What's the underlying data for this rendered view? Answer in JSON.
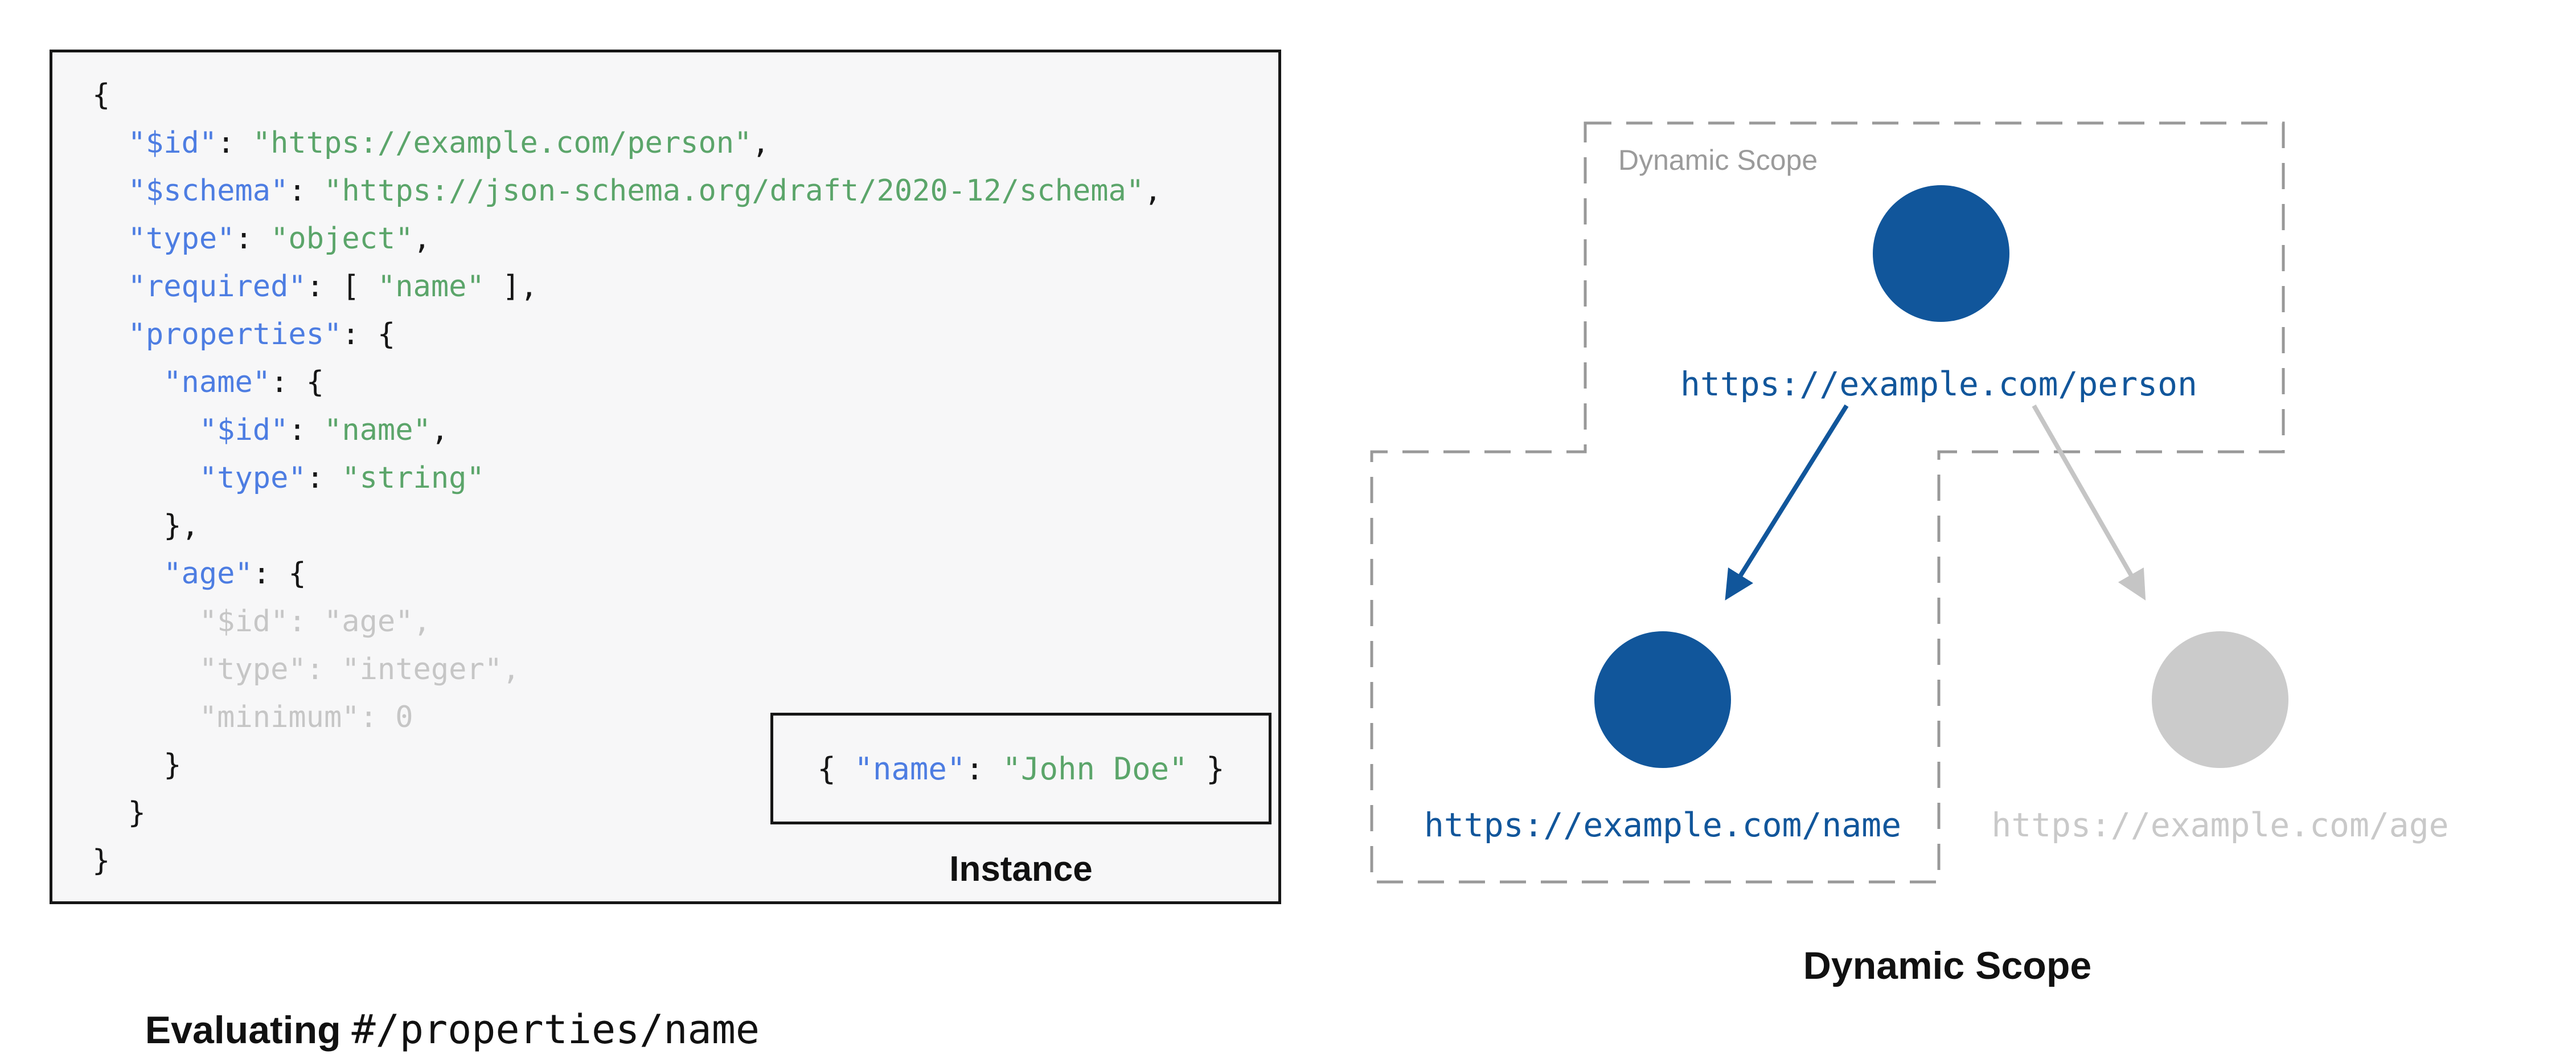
{
  "colors": {
    "key_blue": "#4d7de2",
    "string_green": "#5ba56a",
    "punctuation_black": "#161616",
    "muted_gray": "#c6c6c6",
    "node_blue": "#11569b",
    "node_gray": "#cbcbcb",
    "dashed_outline_gray": "#999999",
    "panel_background": "#f7f7f8"
  },
  "schema_panel": {
    "code_lines": [
      [
        [
          "p",
          "{"
        ]
      ],
      [
        [
          "p",
          "  "
        ],
        [
          "k",
          "\"$id\""
        ],
        [
          "p",
          ": "
        ],
        [
          "s",
          "\"https://example.com/person\""
        ],
        [
          "p",
          ","
        ]
      ],
      [
        [
          "p",
          "  "
        ],
        [
          "k",
          "\"$schema\""
        ],
        [
          "p",
          ": "
        ],
        [
          "s",
          "\"https://json-schema.org/draft/2020-12/schema\""
        ],
        [
          "p",
          ","
        ]
      ],
      [
        [
          "p",
          "  "
        ],
        [
          "k",
          "\"type\""
        ],
        [
          "p",
          ": "
        ],
        [
          "s",
          "\"object\""
        ],
        [
          "p",
          ","
        ]
      ],
      [
        [
          "p",
          "  "
        ],
        [
          "k",
          "\"required\""
        ],
        [
          "p",
          ": [ "
        ],
        [
          "s",
          "\"name\""
        ],
        [
          "p",
          " ],"
        ]
      ],
      [
        [
          "p",
          "  "
        ],
        [
          "k",
          "\"properties\""
        ],
        [
          "p",
          ": {"
        ]
      ],
      [
        [
          "p",
          "    "
        ],
        [
          "k",
          "\"name\""
        ],
        [
          "p",
          ": {"
        ]
      ],
      [
        [
          "p",
          "      "
        ],
        [
          "k",
          "\"$id\""
        ],
        [
          "p",
          ": "
        ],
        [
          "s",
          "\"name\""
        ],
        [
          "p",
          ","
        ]
      ],
      [
        [
          "p",
          "      "
        ],
        [
          "k",
          "\"type\""
        ],
        [
          "p",
          ": "
        ],
        [
          "s",
          "\"string\""
        ]
      ],
      [
        [
          "p",
          "    },"
        ]
      ],
      [
        [
          "p",
          "    "
        ],
        [
          "k",
          "\"age\""
        ],
        [
          "p",
          ": {"
        ]
      ],
      [
        [
          "m",
          "      \"$id\": \"age\","
        ]
      ],
      [
        [
          "m",
          "      \"type\": \"integer\","
        ]
      ],
      [
        [
          "m",
          "      \"minimum\": 0"
        ]
      ],
      [
        [
          "p",
          "    }"
        ]
      ],
      [
        [
          "p",
          "  }"
        ]
      ],
      [
        [
          "p",
          "}"
        ]
      ]
    ],
    "instance": {
      "tokens": [
        [
          "p",
          "{ "
        ],
        [
          "k",
          "\"name\""
        ],
        [
          "p",
          ": "
        ],
        [
          "s",
          "\"John Doe\""
        ],
        [
          "p",
          " }"
        ]
      ],
      "label": "Instance"
    },
    "caption": {
      "bold": "Evaluating ",
      "mono": "#/properties/name"
    }
  },
  "scope_diagram": {
    "scope_label": "Dynamic Scope",
    "caption": "Dynamic Scope",
    "nodes": [
      {
        "id": "person",
        "label": "https://example.com/person",
        "state": "in-scope"
      },
      {
        "id": "name",
        "label": "https://example.com/name",
        "state": "in-scope"
      },
      {
        "id": "age",
        "label": "https://example.com/age",
        "state": "out-of-scope"
      }
    ]
  }
}
